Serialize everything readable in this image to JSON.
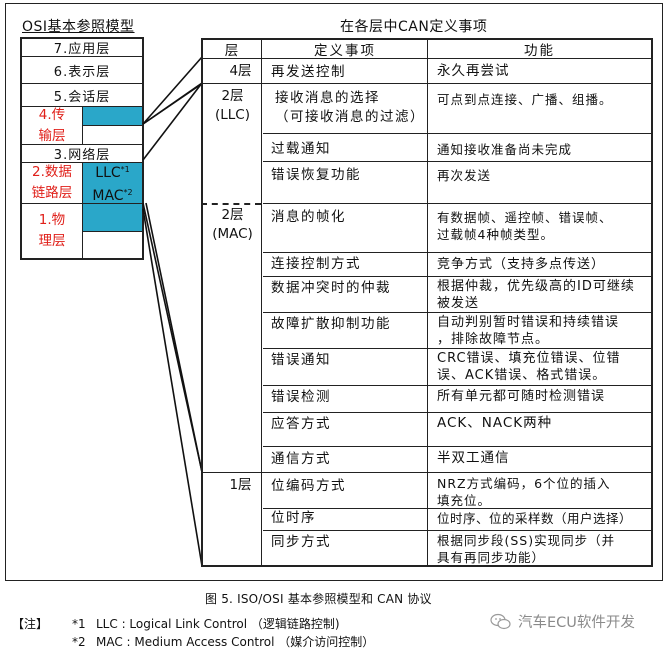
{
  "osi_model": {
    "title": "OSI基本参照模型",
    "layers": [
      {
        "label": "7.应用层"
      },
      {
        "label": "6.表示层"
      },
      {
        "label": "5.会话层"
      },
      {
        "label_line1": "4.传",
        "label_line2": "输层",
        "highlight_color": "#e0201a"
      },
      {
        "label": "3.网络层"
      },
      {
        "label_line1": "2.数据",
        "label_line2": "链路层",
        "sub_llc": "LLC",
        "sub_llc_note": "*1",
        "sub_mac": "MAC",
        "sub_mac_note": "*2",
        "highlight_color": "#e0201a"
      },
      {
        "label_line1": "1.物",
        "label_line2": "理层",
        "highlight_color": "#e0201a"
      }
    ],
    "fill_color": "#2aa7c9"
  },
  "can_table": {
    "title": "在各层中CAN定义事项",
    "headers": [
      "层",
      "定义事项",
      "功能"
    ],
    "groups": [
      {
        "layer_line1": "4层",
        "layer_line2": "",
        "rows": [
          {
            "item": "再发送控制",
            "function": "永久再尝试"
          }
        ]
      },
      {
        "layer_line1": "2层",
        "layer_line2": "(LLC)",
        "rows": [
          {
            "item": "接收消息的选择\n（可接收消息的过滤）",
            "function": "可点到点连接、广播、组播。"
          },
          {
            "item": "过载通知",
            "function": "通知接收准备尚未完成"
          },
          {
            "item": "错误恢复功能",
            "function": "再次发送"
          }
        ]
      },
      {
        "layer_line1": "2层",
        "layer_line2": "(MAC)",
        "rows": [
          {
            "item": "消息的帧化",
            "function": "有数据帧、遥控帧、错误帧、\n过载帧4种帧类型。"
          },
          {
            "item": "连接控制方式",
            "function": "竞争方式（支持多点传送）"
          },
          {
            "item": "数据冲突时的仲裁",
            "function": "根据仲裁，优先级高的ID可继续\n被发送"
          },
          {
            "item": "故障扩散抑制功能",
            "function": "自动判别暂时错误和持续错误\n，排除故障节点。"
          },
          {
            "item": "错误通知",
            "function": "CRC错误、填充位错误、位错\n误、ACK错误、格式错误。"
          },
          {
            "item": "错误检测",
            "function": "所有单元都可随时检测错误"
          },
          {
            "item": "应答方式",
            "function": "ACK、NACK两种"
          },
          {
            "item": "通信方式",
            "function": "半双工通信"
          }
        ]
      },
      {
        "layer_line1": "1层",
        "layer_line2": "",
        "rows": [
          {
            "item": "位编码方式",
            "function": "NRZ方式编码，6个位的插入\n填充位。"
          },
          {
            "item": "位时序",
            "function": "位时序、位的采样数（用户选择）"
          },
          {
            "item": "同步方式",
            "function": "根据同步段(SS)实现同步（并\n具有再同步功能）"
          }
        ]
      }
    ]
  },
  "caption": "图 5.   ISO/OSI 基本参照模型和 CAN 协议",
  "notes": {
    "tag": "【注】",
    "items": [
      {
        "mark": "*1",
        "text": "LLC : Logical Link Control  （逻辑链路控制)"
      },
      {
        "mark": "*2",
        "text": "MAC : Medium Access Control  （媒介访问控制）"
      }
    ]
  },
  "watermark": {
    "icon": "wechat-icon",
    "text": "汽车ECU软件开发"
  }
}
